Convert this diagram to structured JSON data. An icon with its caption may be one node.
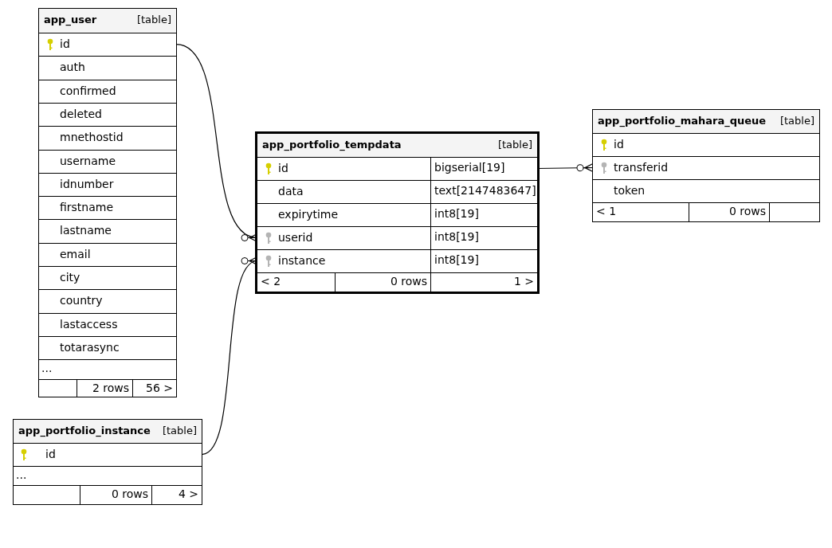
{
  "diagram": {
    "nodes": [
      {
        "text": [
          "app_user",
          "[table]"
        ]
      },
      {
        "text": [
          "id"
        ],
        "in": 0
      },
      {
        "text": [
          "auth"
        ],
        "in": 0
      },
      {
        "text": [
          "confirmed"
        ],
        "in": 0
      },
      {
        "text": [
          "deleted"
        ],
        "in": 0
      },
      {
        "text": [
          "mnethostid"
        ],
        "in": 0
      },
      {
        "text": [
          "username"
        ],
        "in": 0
      },
      {
        "text": [
          "idnumber"
        ],
        "in": 0
      },
      {
        "text": [
          "firstname"
        ],
        "in": 0
      },
      {
        "text": [
          "lastname"
        ],
        "in": 0
      },
      {
        "text": [
          "email"
        ],
        "in": 0
      },
      {
        "text": [
          "city"
        ],
        "in": 0
      },
      {
        "text": [
          "country"
        ],
        "in": 0
      },
      {
        "text": [
          "lastaccess"
        ],
        "in": 0
      },
      {
        "text": [
          "totarasync"
        ],
        "in": 0
      },
      {
        "text": [
          "..."
        ],
        "in": 0
      },
      {
        "text": [
          "2 rows",
          "56 >"
        ],
        "in": 0
      },
      {
        "text": [
          "app_portfolio_tempdata",
          "[table]"
        ]
      },
      {
        "text": [
          "id",
          "bigserial[19]"
        ],
        "in": 17
      },
      {
        "text": [
          "data",
          "text[2147483647]"
        ],
        "in": 17
      },
      {
        "text": [
          "expirytime",
          "int8[19]"
        ],
        "in": 17
      },
      {
        "text": [
          "userid",
          "int8[19]"
        ],
        "in": 17
      },
      {
        "text": [
          "instance",
          "int8[19]"
        ],
        "in": 17
      },
      {
        "text": [
          "< 2",
          "0 rows",
          "1 >"
        ],
        "in": 17
      },
      {
        "text": [
          "app_portfolio_mahara_queue",
          "[table]"
        ]
      },
      {
        "text": [
          "id"
        ],
        "in": 24
      },
      {
        "text": [
          "transferid"
        ],
        "in": 24
      },
      {
        "text": [
          "token"
        ],
        "in": 24
      },
      {
        "text": [
          "< 1",
          "0 rows"
        ],
        "in": 24
      },
      {
        "text": [
          "app_portfolio_instance",
          "[table]"
        ]
      },
      {
        "text": [
          "id"
        ],
        "in": 29
      },
      {
        "text": [
          "..."
        ],
        "in": 29
      },
      {
        "text": [
          "0 rows",
          "4 >"
        ],
        "in": 29
      }
    ],
    "edges": [
      {
        "from": 1,
        "to": 21,
        "arrow": "other"
      },
      {
        "from": 30,
        "to": 22,
        "arrow": "other"
      },
      {
        "from": 18,
        "to": 26,
        "arrow": "other"
      }
    ]
  }
}
